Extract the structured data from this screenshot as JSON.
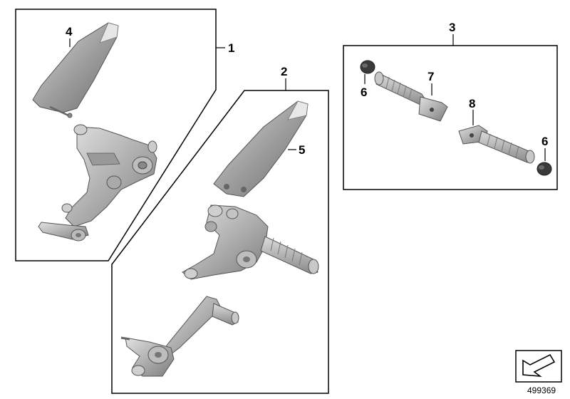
{
  "callouts": {
    "group_left": "1",
    "group_center": "2",
    "group_right": "3",
    "heel_plate_left": "4",
    "heel_plate_center": "5",
    "rubber_cap_top": "6",
    "rubber_cap_bottom": "6",
    "footpeg_left": "7",
    "footpeg_right": "8"
  },
  "catalog_number": "499369",
  "colors": {
    "metal_light": "#c8c8c8",
    "metal_mid": "#a6a6a6",
    "metal_dark": "#7a7a7a",
    "rubber": "#3a3a3a",
    "frame": "#000000"
  },
  "icons": {
    "orientation_arrow": "arrow-down-left-icon"
  }
}
